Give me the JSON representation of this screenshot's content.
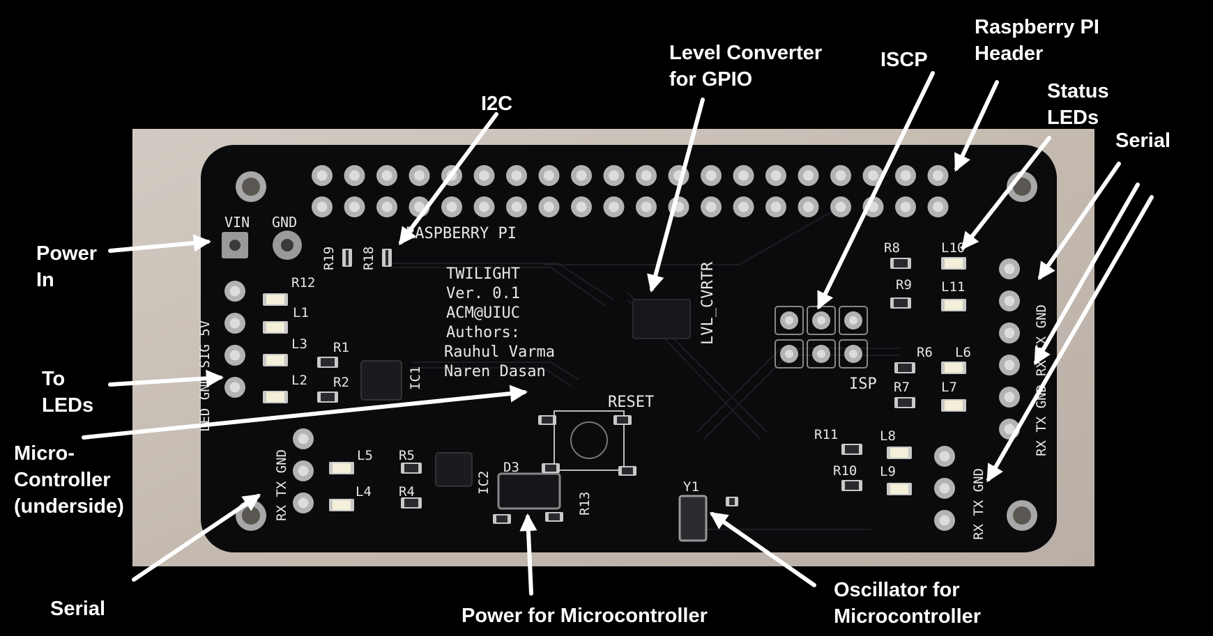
{
  "callouts": {
    "level_converter": [
      "Level Converter",
      "for GPIO"
    ],
    "iscp": [
      "ISCP"
    ],
    "raspberry_pi_header": [
      "Raspberry PI",
      "Header"
    ],
    "i2c": [
      "I2C"
    ],
    "status_leds": [
      "Status",
      "LEDs"
    ],
    "serial_right": [
      "Serial"
    ],
    "power_in": [
      "Power",
      "In"
    ],
    "to_leds": [
      "To",
      "LEDs"
    ],
    "micro_controller": [
      "Micro-",
      "Controller",
      "(underside)"
    ],
    "serial_left": [
      "Serial"
    ],
    "power_for_mcu": [
      "Power for Microcontroller"
    ],
    "oscillator": [
      "Oscillator for",
      "Microcontroller"
    ]
  },
  "board": {
    "header_label": "RASPBERRY PI",
    "project_lines": [
      "TWILIGHT",
      "Ver. 0.1",
      "ACM@UIUC",
      "Authors:",
      "Rauhul Varma",
      "Naren Dasan"
    ],
    "vin": "VIN",
    "gnd": "GND",
    "reset": "RESET",
    "isp": "ISP",
    "lvl_cvrtr": "LVL_CVRTR",
    "led_header_label": "LED GND SIG 5V",
    "serial_left_label": "RX TX GND",
    "serial_right_top_label": "RX TX GND",
    "serial_right_mid_label": "RX TX GND",
    "serial_right_bot_label": "RX TX GND",
    "ref_r19": "R19",
    "ref_r18": "R18",
    "ref_r12": "R12",
    "ref_l1": "L1",
    "ref_l3": "L3",
    "ref_l2": "L2",
    "ref_r1": "R1",
    "ref_r2": "R2",
    "ref_ic1": "IC1",
    "ref_l5": "L5",
    "ref_l4": "L4",
    "ref_r5": "R5",
    "ref_r4": "R4",
    "ref_ic2": "IC2",
    "ref_d3": "D3",
    "ref_r13": "R13",
    "ref_y1": "Y1",
    "ref_r8": "R8",
    "ref_l10": "L10",
    "ref_r9": "R9",
    "ref_l11": "L11",
    "ref_r6": "R6",
    "ref_l6": "L6",
    "ref_r7": "R7",
    "ref_l7": "L7",
    "ref_r11": "R11",
    "ref_l8": "L8",
    "ref_r10": "R10",
    "ref_l9": "L9"
  },
  "colors": {
    "background": "#000000",
    "photo_background": "#c9bfb6",
    "pcb": "#0b0b0d",
    "silkscreen": "#e8e8e8",
    "pad": "#b8b8b8",
    "led": "#f3efd8",
    "arrow": "#ffffff"
  }
}
